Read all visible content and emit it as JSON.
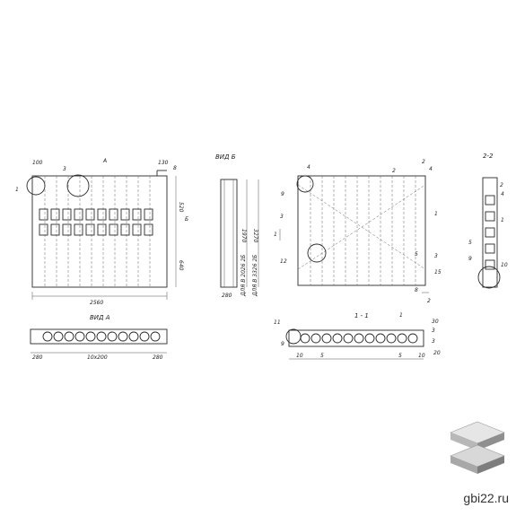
{
  "views": {
    "main": {
      "width": "2560",
      "dims": [
        "520",
        "640"
      ],
      "labels": {
        "top1": "100",
        "top2": "130",
        "a": "А",
        "b": "Б",
        "small": "8"
      },
      "callouts": [
        "1",
        "3"
      ]
    },
    "vid_b": {
      "title": "ВИД Б",
      "dims": [
        "1970",
        "3270",
        "280"
      ],
      "notes": [
        "ДЛЯ В 2026 2Б",
        "ДЛЯ В 3326 2Б"
      ]
    },
    "vid_a": {
      "title": "ВИД А",
      "dims": [
        "280",
        "10x200",
        "280"
      ]
    },
    "plan": {
      "callouts": [
        "4",
        "2",
        "2",
        "4",
        "9",
        "3",
        "1",
        "12",
        "5",
        "3",
        "15",
        "8"
      ],
      "cut": "1",
      "cut2": "2"
    },
    "section_22": {
      "title": "2-2",
      "callouts": [
        "2",
        "4",
        "1",
        "5",
        "10",
        "9"
      ]
    },
    "section_11": {
      "title": "1 - 1",
      "callouts": [
        "11",
        "1",
        "3",
        "9",
        "3",
        "5",
        "10",
        "5",
        "10",
        "20",
        "30"
      ]
    }
  },
  "brand": {
    "site": "gbi22.ru"
  }
}
